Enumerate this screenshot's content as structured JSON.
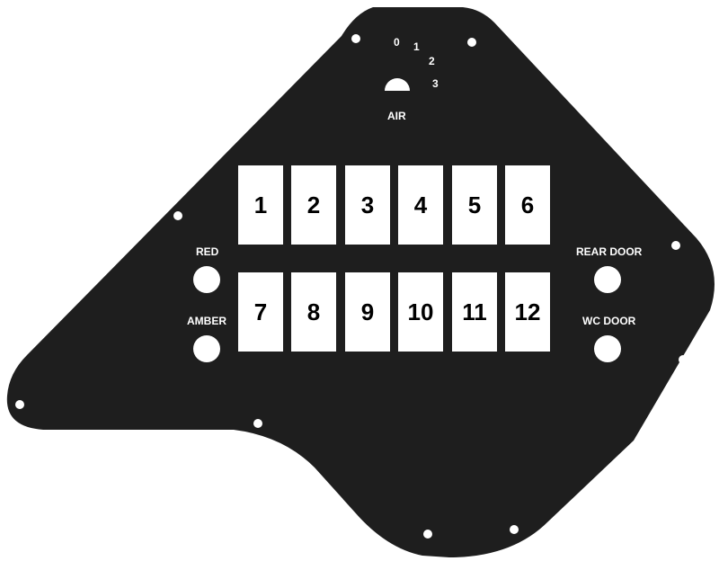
{
  "panel": {
    "colors": {
      "plate": "#1e1e1e",
      "cutout": "#ffffff",
      "text": "#ffffff",
      "switch_text": "#000000"
    },
    "air": {
      "label": "AIR",
      "positions": [
        "0",
        "1",
        "2",
        "3"
      ]
    },
    "indicators": {
      "red": "RED",
      "amber": "AMBER",
      "rear_door": "REAR DOOR",
      "wc_door": "WC DOOR"
    },
    "switches": [
      "1",
      "2",
      "3",
      "4",
      "5",
      "6",
      "7",
      "8",
      "9",
      "10",
      "11",
      "12"
    ]
  }
}
